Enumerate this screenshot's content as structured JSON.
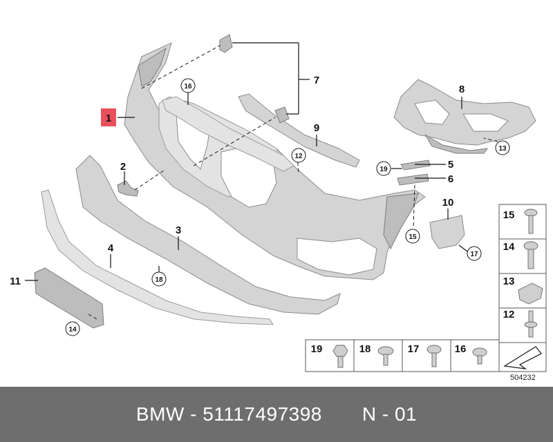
{
  "callouts": {
    "c1": "1",
    "c2": "2",
    "c3": "3",
    "c4": "4",
    "c5": "5",
    "c6": "6",
    "c7": "7",
    "c8": "8",
    "c9": "9",
    "c10": "10",
    "c11": "11",
    "c12": "12",
    "c13": "13",
    "c14": "14",
    "c15": "15",
    "c16": "16",
    "c17": "17",
    "c18": "18",
    "c19": "19"
  },
  "legend": {
    "right": [
      "15",
      "14",
      "13",
      "12"
    ],
    "bottom": [
      "19",
      "18",
      "17",
      "16"
    ]
  },
  "highlight_color": "#e8505b",
  "reference_code": "504232",
  "footer": {
    "brand": "BMW",
    "part_number": "51117497398",
    "variant": "N - 01",
    "separator": " - ",
    "gap": "       "
  }
}
